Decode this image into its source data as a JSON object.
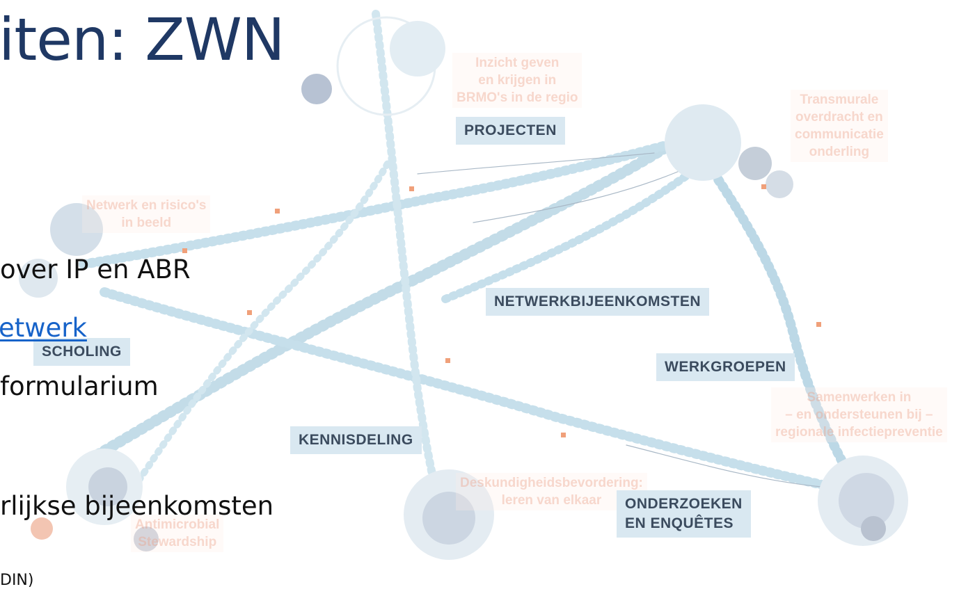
{
  "slide": {
    "title": "iten: ZWN",
    "bullets": [
      "over IP en ABR",
      "etwerk",
      "formularium",
      "rlijkse bijeenkomsten"
    ],
    "footnote": "DIN)"
  },
  "network": {
    "tags": [
      "PROJECTEN",
      "NETWERKBIJEENKOMSTEN",
      "SCHOLING",
      "WERKGROEPEN",
      "KENNISDELING",
      "ONDERZOEKEN\nEN ENQUÊTES"
    ],
    "faded_labels": [
      "Inzicht geven\nen krijgen in\nBRMO's in de regio",
      "Transmurale\noverdracht en\ncommunicatie\nonderling",
      "Netwerk en risico's\nin beeld",
      "Samenwerken in\n– en ondersteunen bij –\nregionale infectiepreventie",
      "Deskundigheidsbevordering:\nleren van elkaar",
      "Antimicrobial\nStewardship"
    ],
    "colors": {
      "tag_bg": "#d9e8f1",
      "tag_text": "#3b4b5e",
      "dots": "#9cc3d6",
      "accent": "#f0a07a",
      "title": "#1f3864",
      "link": "#1763c9"
    }
  }
}
